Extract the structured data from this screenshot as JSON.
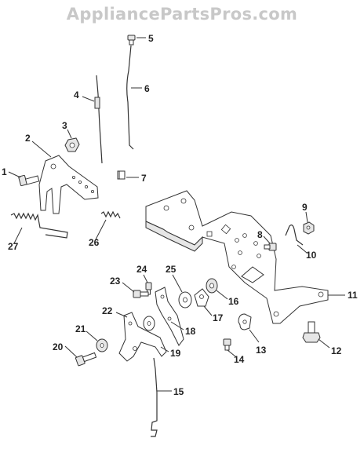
{
  "watermark": "AppliancePartsPros.com",
  "callouts": [
    {
      "id": "1",
      "label": "1"
    },
    {
      "id": "2",
      "label": "2"
    },
    {
      "id": "3",
      "label": "3"
    },
    {
      "id": "4",
      "label": "4"
    },
    {
      "id": "5",
      "label": "5"
    },
    {
      "id": "6",
      "label": "6"
    },
    {
      "id": "7",
      "label": "7"
    },
    {
      "id": "8",
      "label": "8"
    },
    {
      "id": "9",
      "label": "9"
    },
    {
      "id": "10",
      "label": "10"
    },
    {
      "id": "11",
      "label": "11"
    },
    {
      "id": "12",
      "label": "12"
    },
    {
      "id": "13",
      "label": "13"
    },
    {
      "id": "14",
      "label": "14"
    },
    {
      "id": "15",
      "label": "15"
    },
    {
      "id": "16",
      "label": "16"
    },
    {
      "id": "17",
      "label": "17"
    },
    {
      "id": "18",
      "label": "18"
    },
    {
      "id": "19",
      "label": "19"
    },
    {
      "id": "20",
      "label": "20"
    },
    {
      "id": "21",
      "label": "21"
    },
    {
      "id": "22",
      "label": "22"
    },
    {
      "id": "23",
      "label": "23"
    },
    {
      "id": "24",
      "label": "24"
    },
    {
      "id": "25",
      "label": "25"
    },
    {
      "id": "26",
      "label": "26"
    },
    {
      "id": "27",
      "label": "27"
    }
  ]
}
